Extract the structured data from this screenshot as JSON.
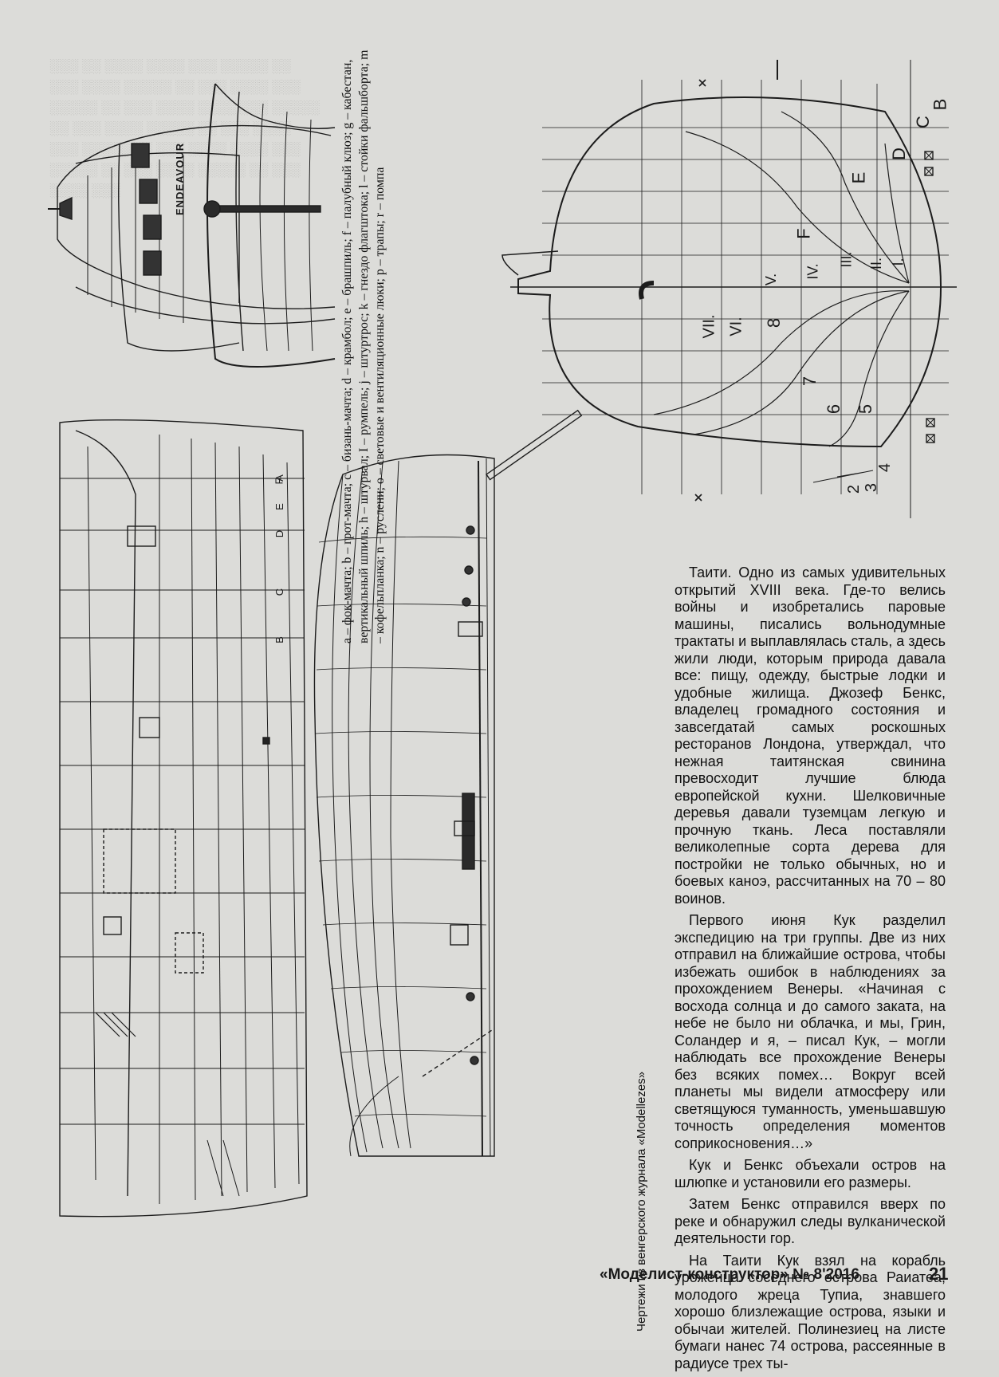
{
  "legend": "a – фок-мачта; b – грот-мачта; c – бизань-мачта; d – крамбол; e – брашпиль; f – палубный клюз; g – кабестан, вертикальный шпиль; h – штурвал; I – румпель; j – штуртрос; k – гнездо флагштока; l – стойки фальшборта; m – кофельпланка; n – руслени; o – световые и вентиляционные люки; p – трапы; r – помпа",
  "credit": "Чертежи из венгерского журнала «Modellezes»",
  "stern_name": "ENDEAVOUR",
  "labels": {
    "letters": [
      "A",
      "B",
      "C",
      "D",
      "E",
      "F"
    ],
    "body_roman": [
      "VII.",
      "VI.",
      "V.",
      "IV.",
      "III.",
      "II.",
      "I."
    ],
    "body_waterlines": [
      "8",
      "7",
      "6",
      "5",
      "4",
      "3",
      "2"
    ],
    "body_letters": [
      "B",
      "C",
      "D",
      "E",
      "F"
    ]
  },
  "article": [
    "Таити. Одно из самых удивительных открытий XVIII века. Где-то велись войны и изобретались паровые машины, писались вольнодумные трактаты и выплавлялась сталь, а здесь жили люди, которым природа давала все: пищу, одежду, быстрые лодки и удобные жилища. Джозеф Бенкс, владелец громадного состояния и завсегдатай самых роскошных ресторанов Лондона, утверждал, что нежная таитянская свинина превосходит лучшие блюда европейской кухни. Шелковичные деревья давали туземцам легкую и прочную ткань. Леса поставляли великолепные сорта дерева для постройки не только обычных, но и боевых каноэ, рассчитанных на 70 – 80 воинов.",
    "Первого июня Кук разделил экспедицию на три группы. Две из них отправил на ближайшие острова, чтобы избежать ошибок в наблюдениях за прохождением Венеры. «Начиная с восхода солнца и до самого заката, на небе не было ни облачка, и мы, Грин, Соландер и я, – писал Кук, – могли наблюдать все прохождение Венеры без всяких помех… Вокруг всей планеты мы видели атмосферу или светящуюся туманность, уменьшавшую точность определения моментов соприкосновения…»",
    "Кук и Бенкс объехали остров на шлюпке и установили его размеры.",
    "Затем Бенкс отправился вверх по реке и обнаружил следы вулканической деятельности гор.",
    "На Таити Кук взял на корабль уроженца соседнего острова Раиатеа, молодого жреца Тупиа, знавшего хорошо близлежащие острова, языки и обычаи жителей. Полинезиец на листе бумаги нанес 74 острова, рассеянные в радиусе трех ты-"
  ],
  "footer": {
    "magazine": "«Моделист-конструктор» № 8'2016",
    "page": "21"
  }
}
